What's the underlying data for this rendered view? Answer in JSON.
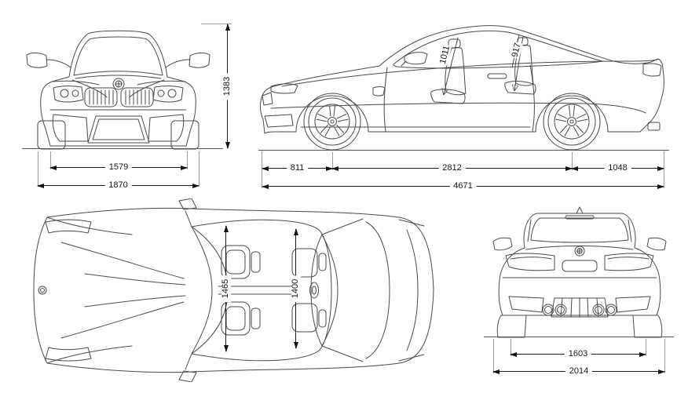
{
  "colors": {
    "background": "#ffffff",
    "body_fill": "#e9e9e9",
    "outline": "#4a4a4a",
    "dimension_line": "#1a1a1a",
    "extension_line": "#9a9a9a"
  },
  "dimensions": {
    "front_view": {
      "overall_height": "1383",
      "front_track": "1579",
      "overall_width": "1870"
    },
    "side_view": {
      "front_headroom": "1011",
      "rear_headroom": "917",
      "front_overhang": "811",
      "wheelbase": "2812",
      "rear_overhang": "1048",
      "overall_length": "4671"
    },
    "top_view": {
      "front_interior_width": "1465",
      "rear_interior_width": "1400"
    },
    "rear_view": {
      "rear_track": "1603",
      "overall_width_incl_mirrors": "2014"
    }
  }
}
